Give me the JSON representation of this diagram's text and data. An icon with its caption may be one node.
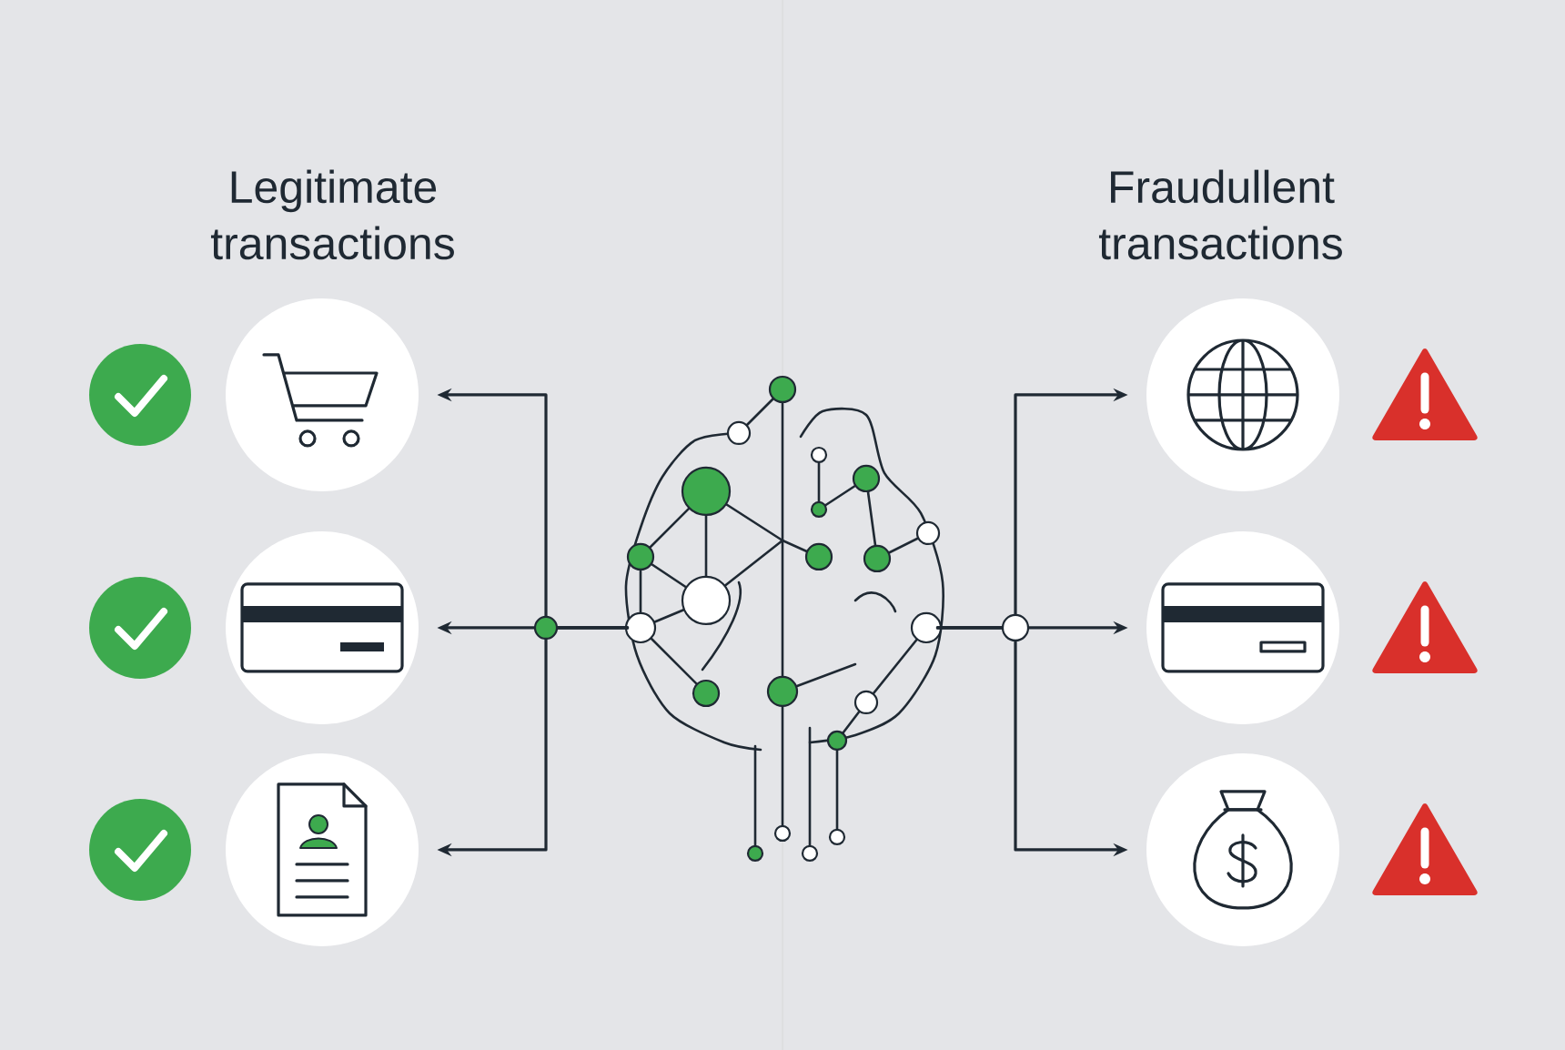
{
  "diagram": {
    "nodes": [
      {
        "text": [],
        "shape": "picture"
      },
      {
        "text": [],
        "shape": "circle"
      },
      {
        "text": [],
        "shape": "circle"
      },
      {
        "text": [],
        "shape": "circle"
      },
      {
        "text": [],
        "shape": "circle"
      },
      {
        "text": [],
        "shape": "circle"
      },
      {
        "text": [],
        "shape": "circle"
      }
    ],
    "edges": [
      {
        "from": 0,
        "to": 1,
        "arrow": "to"
      },
      {
        "from": 0,
        "to": 2,
        "arrow": "to"
      },
      {
        "from": 0,
        "to": 3,
        "arrow": "to"
      },
      {
        "from": 0,
        "to": 4,
        "arrow": "to"
      },
      {
        "from": 0,
        "to": 5,
        "arrow": "to"
      },
      {
        "from": 0,
        "to": 6,
        "arrow": "to"
      }
    ],
    "labels": [
      "Legitimate transactions",
      "Fraudullent transactions"
    ]
  }
}
